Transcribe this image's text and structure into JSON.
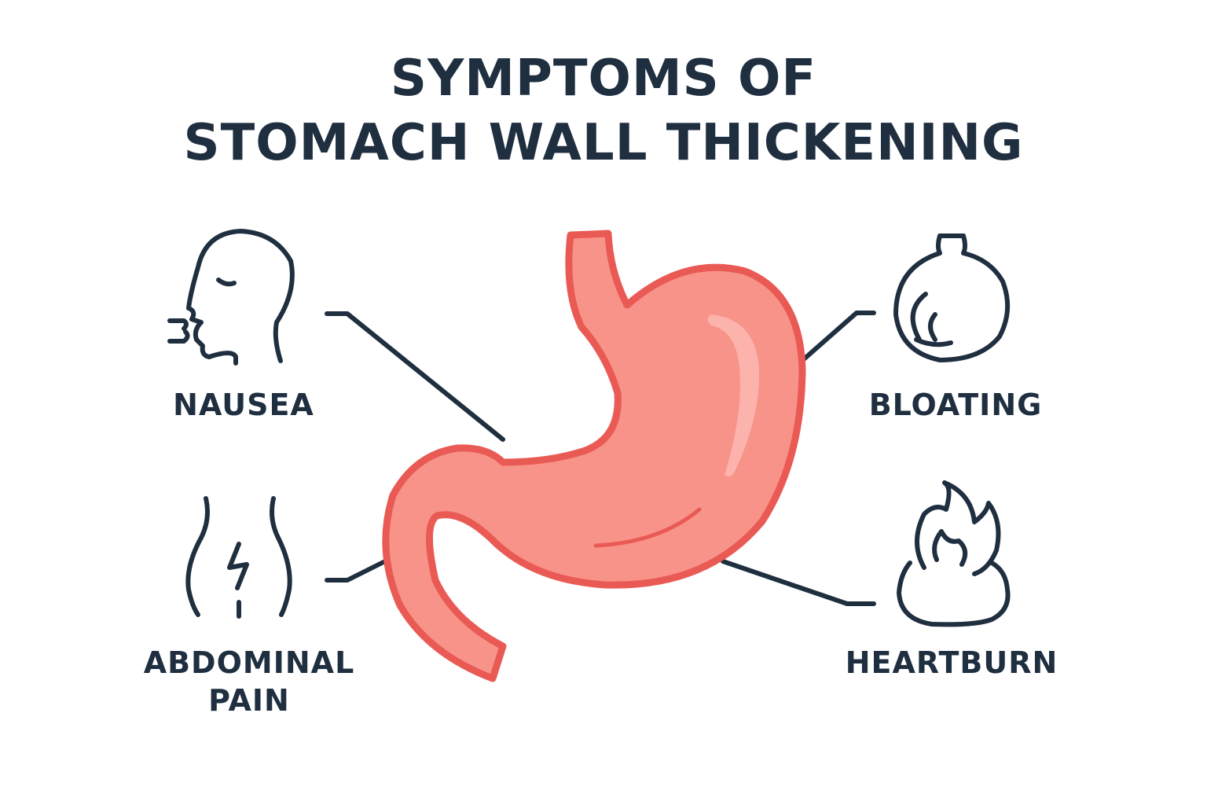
{
  "title": {
    "line1": "SYMPTOMS OF",
    "line2": "STOMACH WALL THICKENING"
  },
  "symptoms": [
    {
      "label": "NAUSEA",
      "icon": "nausea-face-icon"
    },
    {
      "label": "ABDOMINAL PAIN",
      "line1": "ABDOMINAL",
      "line2": "PAIN",
      "icon": "abdominal-pain-icon"
    },
    {
      "label": "BLOATING",
      "icon": "bloated-stomach-icon"
    },
    {
      "label": "HEARTBURN",
      "icon": "flame-icon"
    }
  ],
  "colors": {
    "text": "#1f2f40",
    "stomach_fill": "#f8938a",
    "stomach_outline": "#ea5a55",
    "connector": "#1f2f40"
  }
}
